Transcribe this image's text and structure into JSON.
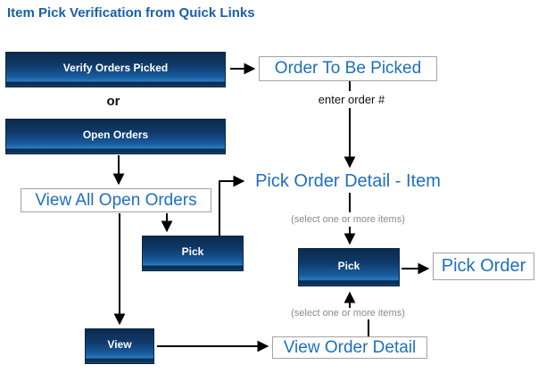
{
  "title": "Item Pick Verification from Quick Links",
  "colors": {
    "title_blue": "#1b5faa",
    "link_blue": "#1e6fc0",
    "note_gray": "#8a8a8a",
    "box_border": "#a3a3a3",
    "button_dark": "#0c2a4d",
    "button_light": "#2173b6",
    "arrow_black": "#000000"
  },
  "buttons": {
    "verify_orders_picked": "Verify Orders Picked",
    "open_orders": "Open Orders",
    "pick_1": "Pick",
    "pick_2": "Pick",
    "view": "View"
  },
  "links": {
    "order_to_be_picked": "Order To Be Picked",
    "view_all_open_orders": "View All Open Orders",
    "pick_order_detail_item": "Pick Order Detail - Item",
    "pick_order": "Pick Order",
    "view_order_detail": "View Order Detail"
  },
  "notes": {
    "or": "or",
    "enter_order": "enter order #",
    "select_items_1": "(select one or more items)",
    "select_items_2": "(select one or more items)"
  }
}
